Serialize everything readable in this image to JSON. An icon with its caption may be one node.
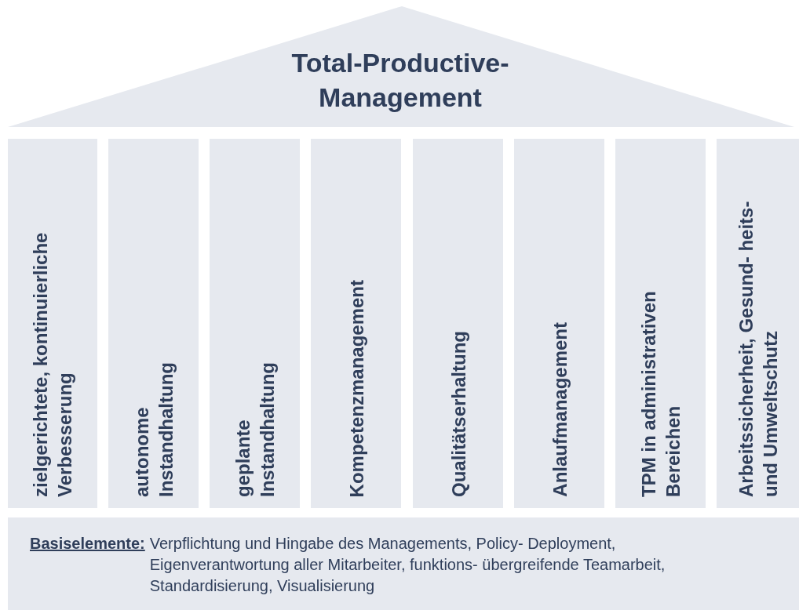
{
  "diagram": {
    "nodes": [
      {
        "text": [
          "Total-Productive- Management"
        ]
      },
      {
        "text": [
          "zielgerichtete, kontinuierliche Verbesserung"
        ]
      },
      {
        "text": [
          "autonome Instandhaltung"
        ]
      },
      {
        "text": [
          "geplante Instandhaltung"
        ]
      },
      {
        "text": [
          "Kompetenzmanagement"
        ]
      },
      {
        "text": [
          "Qualitätserhaltung"
        ]
      },
      {
        "text": [
          "Anlaufmanagement"
        ]
      },
      {
        "text": [
          "TPM in administrativen Bereichen"
        ]
      },
      {
        "text": [
          "Arbeitssicherheit, Gesund- heits- und Umweltschutz"
        ]
      },
      {
        "text": [
          "Basiselemente:",
          "Verpflichtung und Hingabe des Managements, Policy- Deployment, Eigenverantwortung aller Mitarbeiter, funktions- übergreifende Teamarbeit, Standardisierung, Visualisierung"
        ]
      }
    ]
  }
}
